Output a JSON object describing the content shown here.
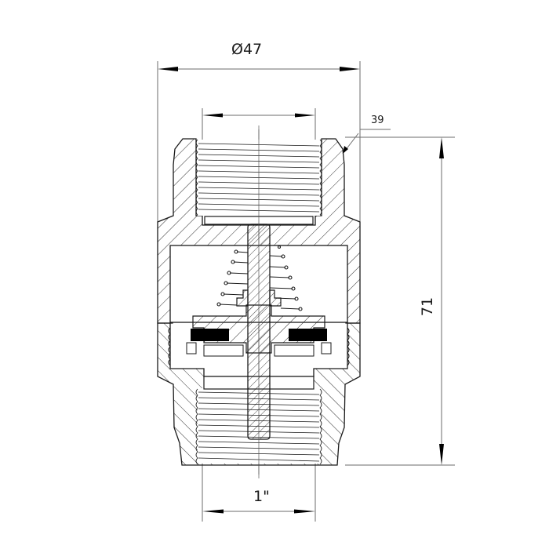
{
  "drawing": {
    "subject": "check valve cross-section",
    "colors": {
      "line": "#1a1a1a",
      "dimension_line": "#6b6b6b",
      "seal_fill": "#000000",
      "background": "#ffffff"
    }
  },
  "dimensions": {
    "outer_diameter": "Ø47",
    "wrench_size": "39",
    "overall_length": "71",
    "thread_size": "1\""
  }
}
